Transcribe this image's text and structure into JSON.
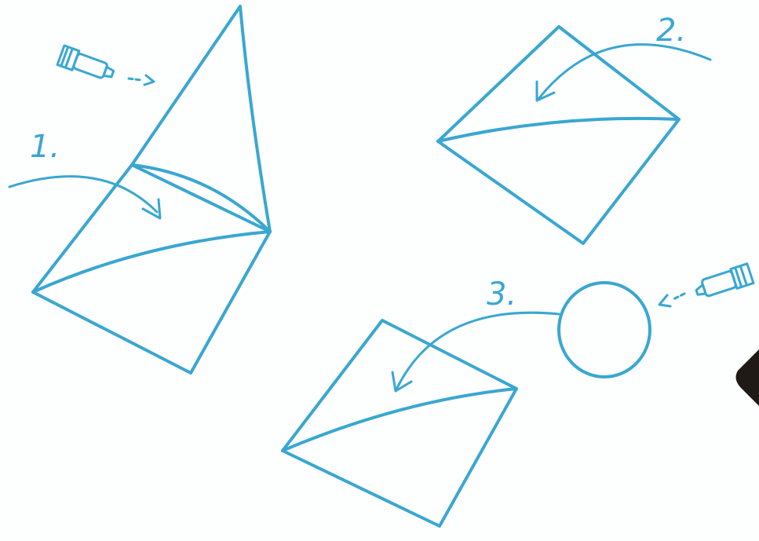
{
  "colors": {
    "ink": "#39a7d1",
    "dark_shape": "#1f1a16"
  },
  "steps": [
    {
      "label": "1."
    },
    {
      "label": "2."
    },
    {
      "label": "3."
    }
  ],
  "icons": {
    "glue_tube_1": "glue-tube-icon",
    "glue_tube_2": "glue-tube-icon"
  }
}
